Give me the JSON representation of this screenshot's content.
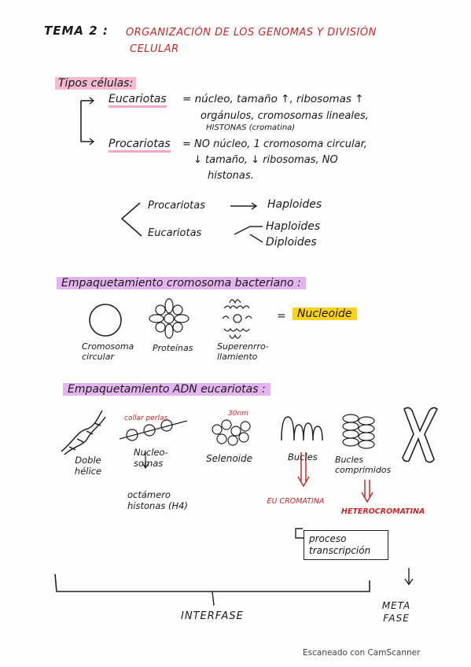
{
  "title": {
    "tema": "TEMA 2 :",
    "line1": "ORGANIZACIÓN DE LOS GENOMAS Y DIVISIÓN",
    "line2": "CELULAR"
  },
  "tipos": {
    "heading": "Tipos células:",
    "euc_label": "Eucariotas",
    "euc_line1": "= núcleo, tamaño ↑, ribosomas ↑",
    "euc_line2": "orgánulos, cromosomas lineales,",
    "euc_line3": "HISTONAS (cromatina)",
    "pro_label": "Procariotas",
    "pro_line1": "= NO núcleo, 1 cromosoma circular,",
    "pro_line2": "↓ tamaño, ↓ ribosomas, NO",
    "pro_line3": "histonas."
  },
  "ploidy": {
    "pro": "Procariotas",
    "pro_result": "Haploides",
    "euc": "Eucariotas",
    "euc_r1": "Haploides",
    "euc_r2": "Diploides"
  },
  "bacterial": {
    "heading": "Empaquetamiento cromosoma bacteriano :",
    "lbl1": "Cromosoma circular",
    "lbl2": "Proteínas",
    "lbl3": "Superenrro-llamiento",
    "result": "Nucleoide",
    "eq": "="
  },
  "euk": {
    "heading": "Empaquetamiento ADN eucariotas :",
    "doble": "Doble hélice",
    "collar": "collar perlas",
    "nucleo": "Nucleo-somas",
    "octamero": "octámero histonas (H4)",
    "nm": "30nm",
    "selenoide": "Selenoide",
    "bucles": "Bucles",
    "bucles_c": "Bucles comprimidos",
    "eu": "EU CROMATINA",
    "hetero": "HETEROCROMATINA",
    "proceso": "proceso transcripción",
    "interfase": "INTERFASE",
    "metafase": "META FASE"
  },
  "footer": "Escaneado con CamScanner"
}
